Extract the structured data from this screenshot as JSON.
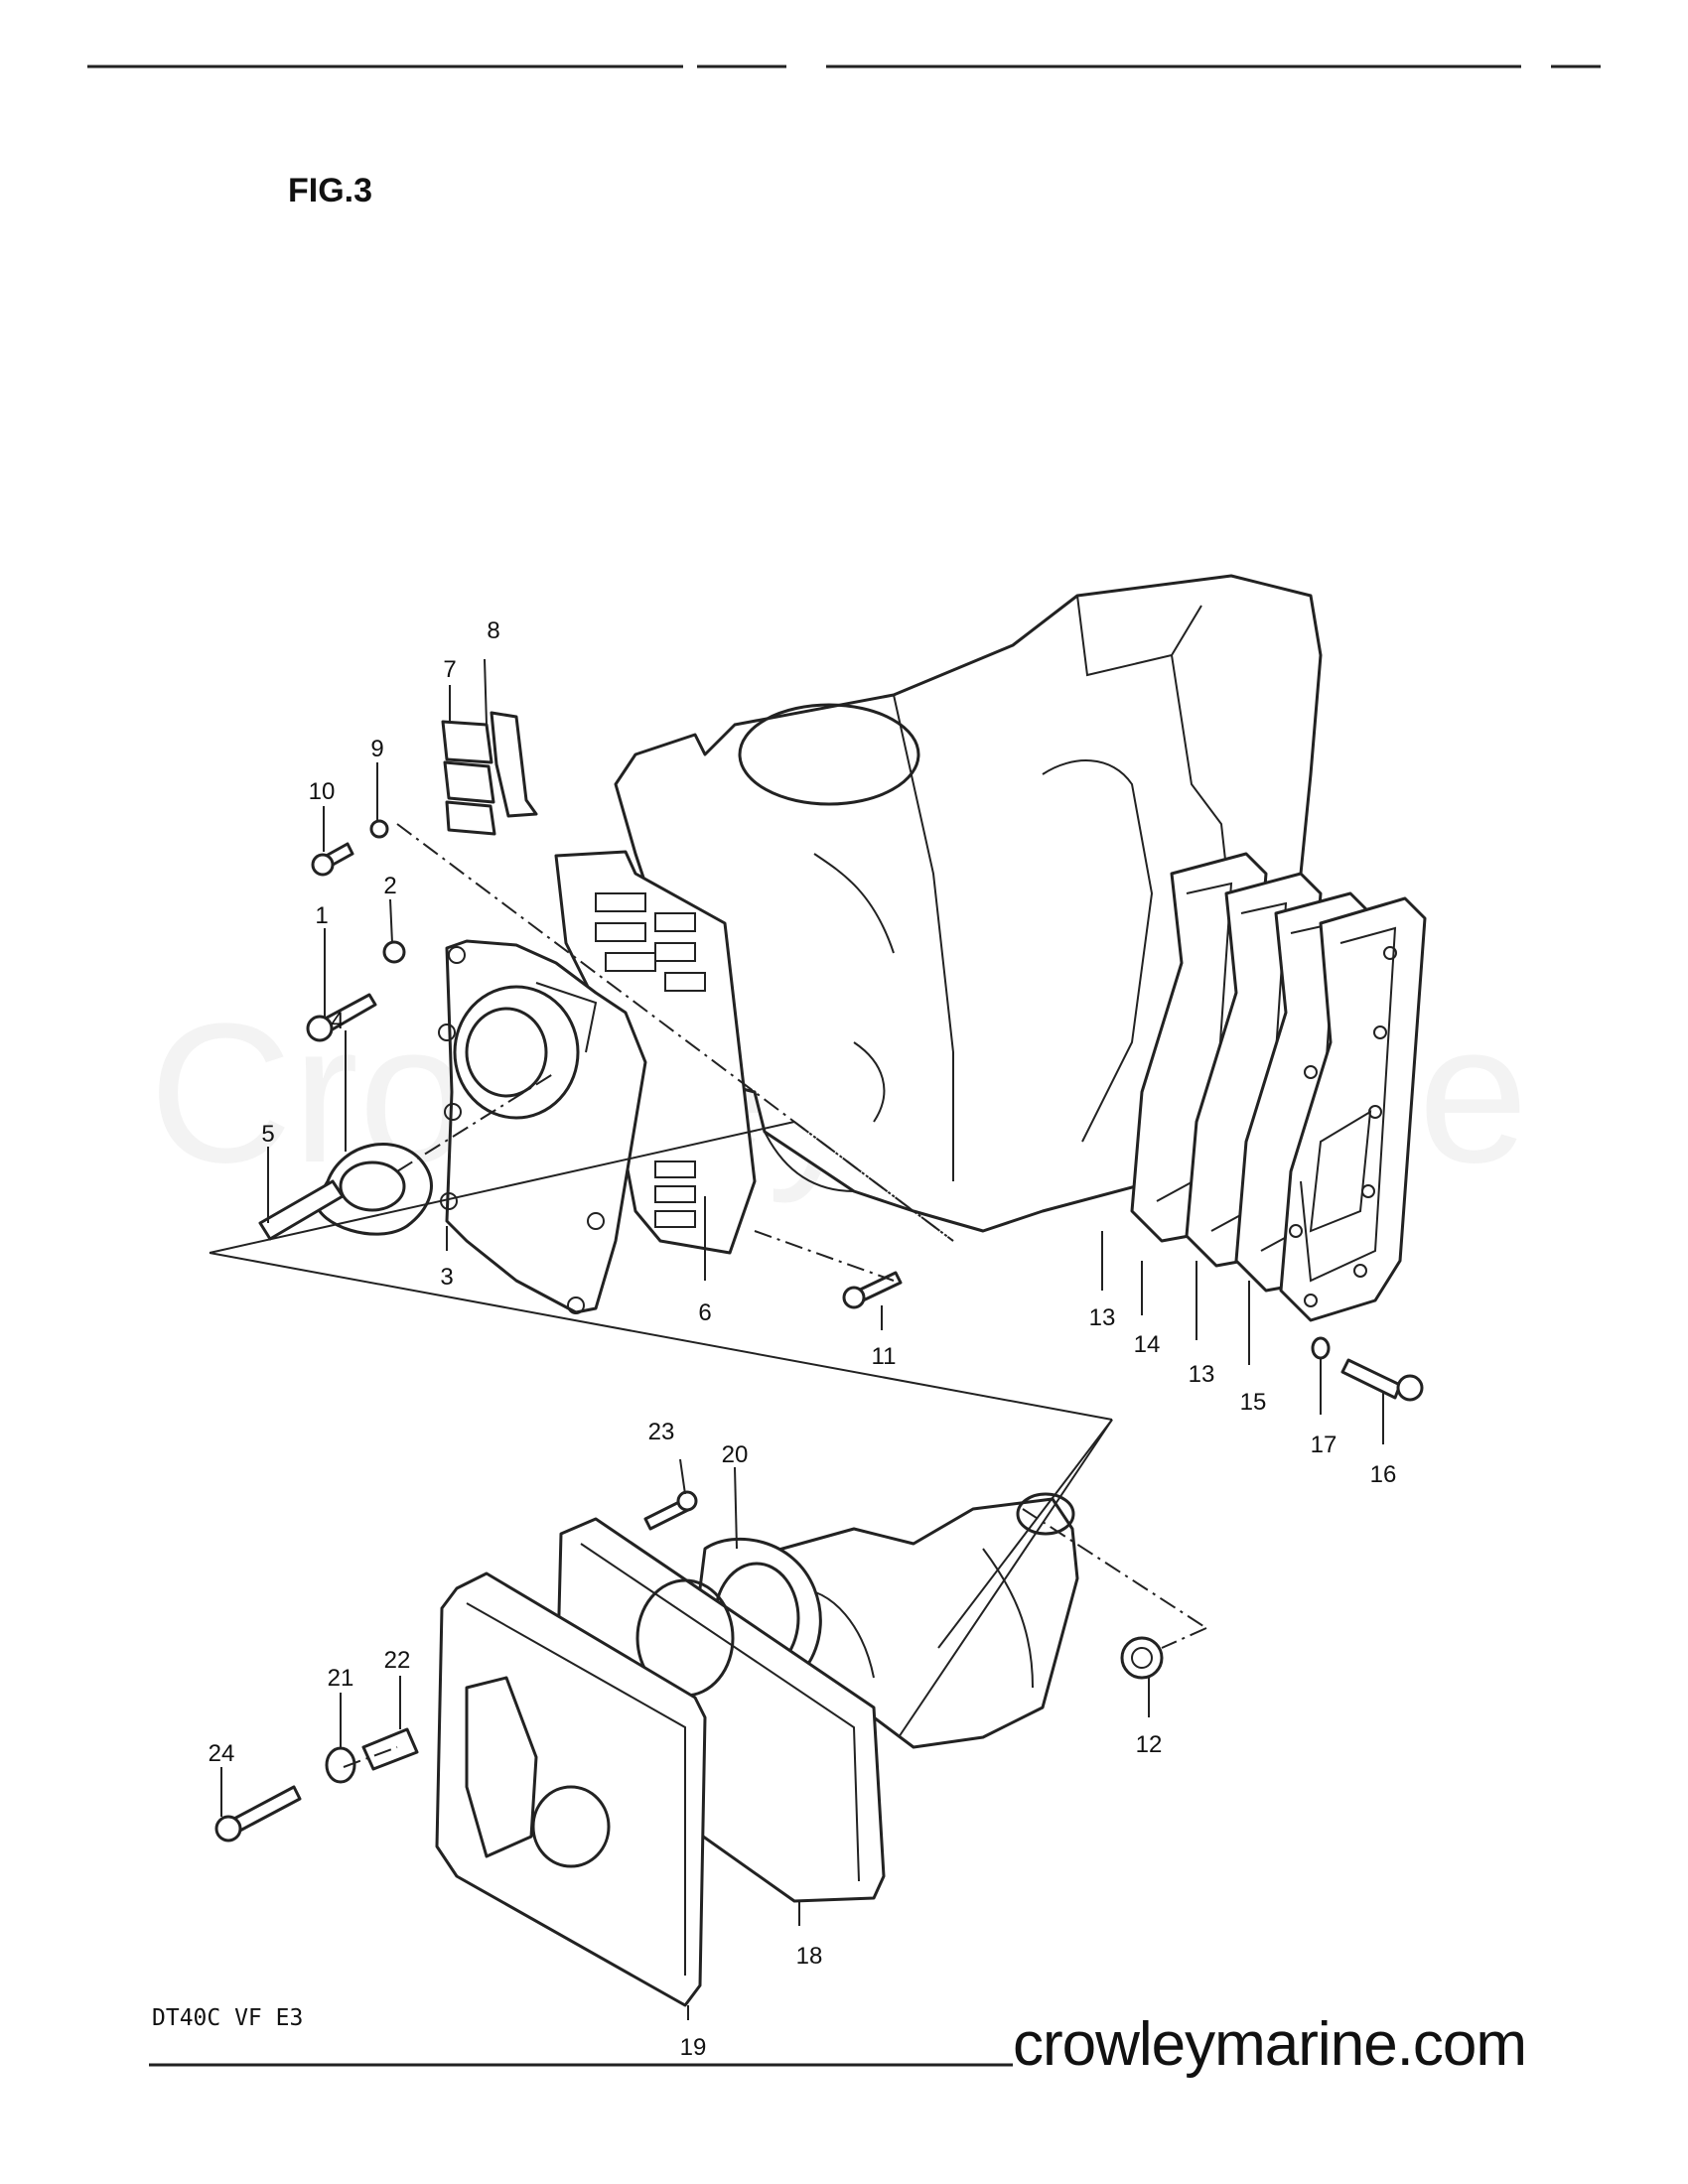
{
  "figure": {
    "title": "FIG.3",
    "model_code": "DT40C VF E3"
  },
  "watermark": {
    "text": "Crowley Marine"
  },
  "footer": {
    "url_text": "crowleymarine.com"
  },
  "part_labels": [
    "1",
    "2",
    "3",
    "4",
    "5",
    "6",
    "7",
    "8",
    "9",
    "10",
    "11",
    "12",
    "13",
    "14",
    "13",
    "15",
    "16",
    "17",
    "18",
    "19",
    "20",
    "21",
    "22",
    "23",
    "24"
  ]
}
